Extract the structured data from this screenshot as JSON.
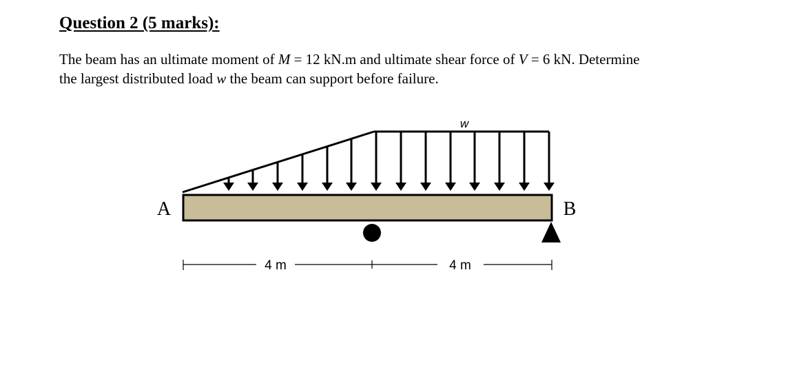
{
  "heading": "Question 2 (5 marks):",
  "question": {
    "line1_a": "The beam has an ultimate moment of ",
    "moment_symbol": "M",
    "line1_b": " = 12 kN.m and ultimate shear force of ",
    "shear_symbol": "V",
    "line1_c": " = 6 kN. Determine",
    "line2_a": "the largest distributed load ",
    "load_symbol": "w",
    "line2_b": " the beam can support before failure."
  },
  "diagram": {
    "load_label": "w",
    "end_a_label": "A",
    "end_b_label": "B",
    "span_1_label": "4 m",
    "span_2_label": "4 m",
    "beam_color": "#c8bd98",
    "support_color": "#000000",
    "load_shape": "linearly varying from 0 at A to w at mid-span, then uniform w to B",
    "supports": [
      "roller at mid-span",
      "pin at B"
    ]
  }
}
